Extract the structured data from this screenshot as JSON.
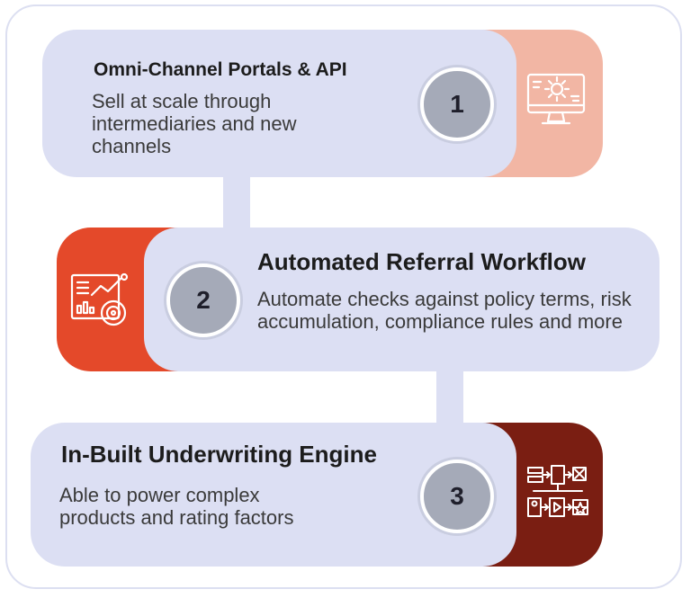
{
  "steps": [
    {
      "number": "1",
      "title": "Omni-Channel Portals & API",
      "description": "Sell at scale through intermediaries and new channels",
      "icon": "monitor-gear-icon",
      "accent_color": "#f2b6a4"
    },
    {
      "number": "2",
      "title": "Automated Referral Workflow",
      "description": "Automate checks against policy terms, risk accumulation, compliance rules and more",
      "icon": "analytics-dashboard-icon",
      "accent_color": "#e4492a"
    },
    {
      "number": "3",
      "title": "In-Built Underwriting Engine",
      "description": "Able to power complex products and rating factors",
      "icon": "workflow-flowchart-icon",
      "accent_color": "#7a1e12"
    }
  ],
  "colors": {
    "pill": "#dcdff3",
    "number_circle": "#a5aab8",
    "frame": "#dcdff1"
  }
}
